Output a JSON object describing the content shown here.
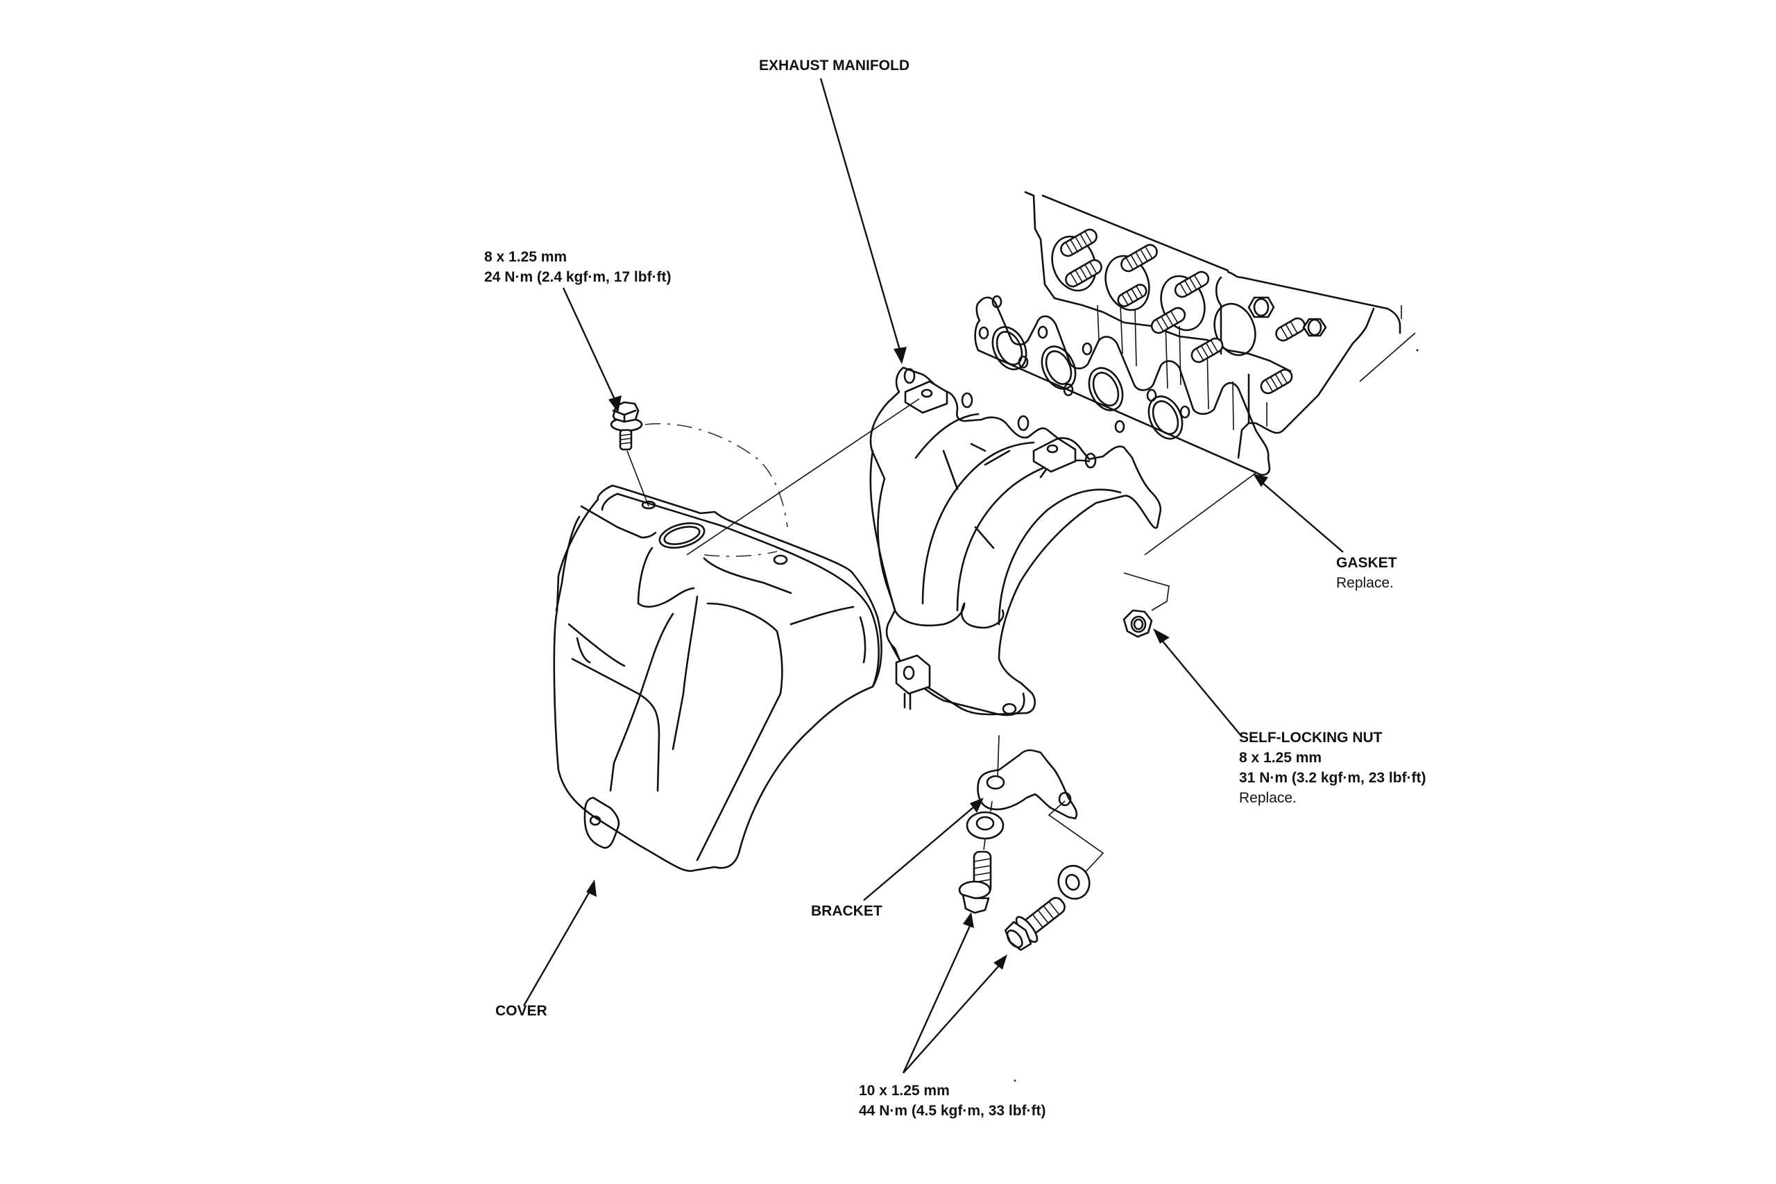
{
  "diagram": {
    "title": "Exhaust manifold exploded view",
    "labels": {
      "exhaust_manifold": {
        "name": "EXHAUST MANIFOLD"
      },
      "cover_bolt": {
        "size": "8 x 1.25 mm",
        "torque": "24 N·m (2.4 kgf·m, 17 lbf·ft)"
      },
      "gasket": {
        "name": "GASKET",
        "note": "Replace."
      },
      "self_locking_nut": {
        "name": "SELF-LOCKING NUT",
        "size": "8 x 1.25 mm",
        "torque": "31 N·m (3.2 kgf·m, 23 lbf·ft)",
        "note": "Replace."
      },
      "bracket": {
        "name": "BRACKET"
      },
      "cover": {
        "name": "COVER"
      },
      "bracket_bolts": {
        "size": "10 x 1.25 mm",
        "torque": "44 N·m (4.5 kgf·m, 33 lbf·ft)"
      }
    },
    "parts": [
      "cylinder-head",
      "studs",
      "gasket",
      "exhaust-manifold",
      "cover",
      "bolt-8mm",
      "self-locking-nut",
      "bracket",
      "washer",
      "washer",
      "bolt-10mm",
      "bolt-10mm"
    ],
    "colors": {
      "ink": "#111111",
      "paper": "#ffffff"
    }
  }
}
